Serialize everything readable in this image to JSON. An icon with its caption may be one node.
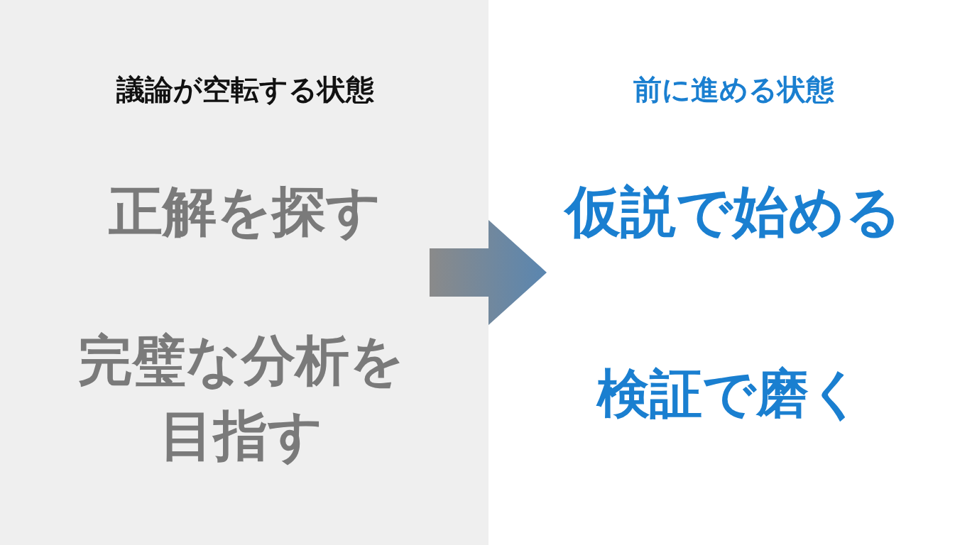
{
  "diagram": {
    "nodes": [
      {
        "text": [
          "議論が空転する状態",
          "正解を探す",
          "完璧な分析を目指す"
        ]
      },
      {
        "text": [
          "前に進める状態",
          "仮説で始める",
          "検証で磨く"
        ]
      }
    ],
    "edges": [
      {
        "from": 0,
        "to": 1,
        "arrow": "to"
      }
    ]
  }
}
